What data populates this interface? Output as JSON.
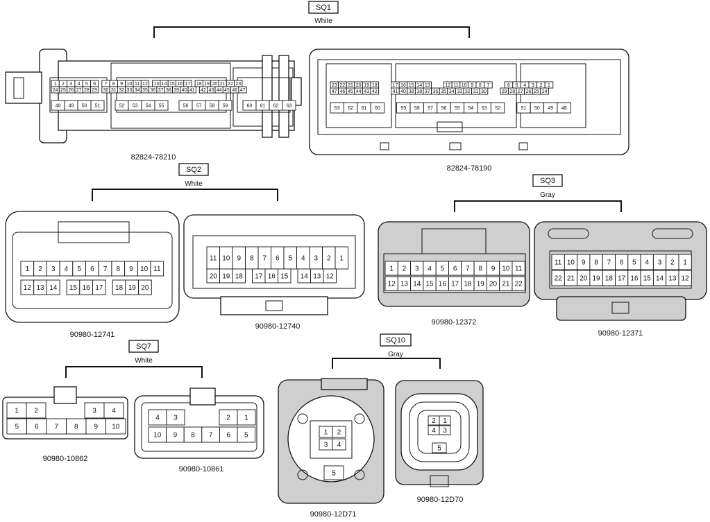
{
  "groups": [
    {
      "code": "SQ1",
      "color": "White"
    },
    {
      "code": "SQ2",
      "color": "White"
    },
    {
      "code": "SQ3",
      "color": "Gray"
    },
    {
      "code": "SQ7",
      "color": "White"
    },
    {
      "code": "SQ10",
      "color": "Gray"
    }
  ],
  "parts": {
    "p82824_78210": "82824-78210",
    "p82824_78190": "82824-78190",
    "p90980_12741": "90980-12741",
    "p90980_12740": "90980-12740",
    "p90980_12372": "90980-12372",
    "p90980_12371": "90980-12371",
    "p90980_10862": "90980-10862",
    "p90980_10861": "90980-10861",
    "p90980_12D71": "90980-12D71",
    "p90980_12D70": "90980-12D70"
  },
  "pins": {
    "c78210": {
      "rowA": [
        "1",
        "2",
        "3",
        "4",
        "5",
        "6",
        "",
        "7",
        "8",
        "9",
        "10",
        "11",
        "12",
        "",
        "13",
        "14",
        "15",
        "16",
        "17",
        "",
        "18",
        "19",
        "20",
        "21",
        "22",
        "23"
      ],
      "rowB": [
        "24",
        "25",
        "26",
        "27",
        "28",
        "29",
        "",
        "30",
        "31",
        "32",
        "33",
        "34",
        "35",
        "36",
        "37",
        "38",
        "39",
        "40",
        "41",
        "",
        "42",
        "43",
        "44",
        "45",
        "46",
        "47"
      ],
      "rowC": [
        "48",
        "49",
        "50",
        "51",
        "",
        "52",
        "53",
        "54",
        "55",
        "",
        "56",
        "57",
        "58",
        "59",
        "",
        "60",
        "61",
        "62",
        "63"
      ]
    },
    "c78190": {
      "rowA": [
        "23",
        "22",
        "21",
        "20",
        "19",
        "18",
        "",
        "17",
        "16",
        "15",
        "14",
        "13",
        "",
        "12",
        "11",
        "10",
        "9",
        "8",
        "7",
        "",
        "6",
        "5",
        "4",
        "3",
        "2",
        "1"
      ],
      "rowB": [
        "47",
        "46",
        "45",
        "44",
        "43",
        "42",
        "",
        "41",
        "40",
        "39",
        "38",
        "37",
        "36",
        "35",
        "34",
        "33",
        "32",
        "31",
        "30",
        "",
        "29",
        "28",
        "27",
        "26",
        "25",
        "24"
      ],
      "rowC": [
        "63",
        "62",
        "61",
        "60",
        "",
        "59",
        "58",
        "57",
        "56",
        "55",
        "54",
        "53",
        "52",
        "",
        "51",
        "50",
        "49",
        "48"
      ]
    },
    "c12741": {
      "row1": [
        "1",
        "2",
        "3",
        "4",
        "5",
        "6",
        "7",
        "8",
        "9",
        "10",
        "11"
      ],
      "row2": [
        "12",
        "13",
        "14",
        "",
        "15",
        "16",
        "17",
        "",
        "18",
        "19",
        "20"
      ]
    },
    "c12740": {
      "row1": [
        "11",
        "10",
        "9",
        "8",
        "7",
        "6",
        "5",
        "4",
        "3",
        "2",
        "1"
      ],
      "row2": [
        "20",
        "19",
        "18",
        "",
        "17",
        "16",
        "15",
        "",
        "14",
        "13",
        "12"
      ]
    },
    "c12372": {
      "row1": [
        "1",
        "2",
        "3",
        "4",
        "5",
        "6",
        "7",
        "8",
        "9",
        "10",
        "11"
      ],
      "row2": [
        "12",
        "13",
        "14",
        "15",
        "16",
        "17",
        "18",
        "19",
        "20",
        "21",
        "22"
      ]
    },
    "c12371": {
      "row1": [
        "11",
        "10",
        "9",
        "8",
        "7",
        "6",
        "5",
        "4",
        "3",
        "2",
        "1"
      ],
      "row2": [
        "22",
        "21",
        "20",
        "19",
        "18",
        "17",
        "16",
        "15",
        "14",
        "13",
        "12"
      ]
    },
    "c10862": {
      "row1": [
        "1",
        "2",
        "",
        "",
        "3",
        "4"
      ],
      "row2": [
        "5",
        "6",
        "7",
        "8",
        "9",
        "10"
      ]
    },
    "c10861": {
      "row1": [
        "4",
        "3",
        "",
        "",
        "2",
        "1"
      ],
      "row2": [
        "10",
        "9",
        "8",
        "7",
        "6",
        "5"
      ]
    },
    "c12D71": [
      "1",
      "2",
      "3",
      "4",
      "5"
    ],
    "c12D70": [
      "2",
      "1",
      "4",
      "3",
      "5"
    ]
  }
}
